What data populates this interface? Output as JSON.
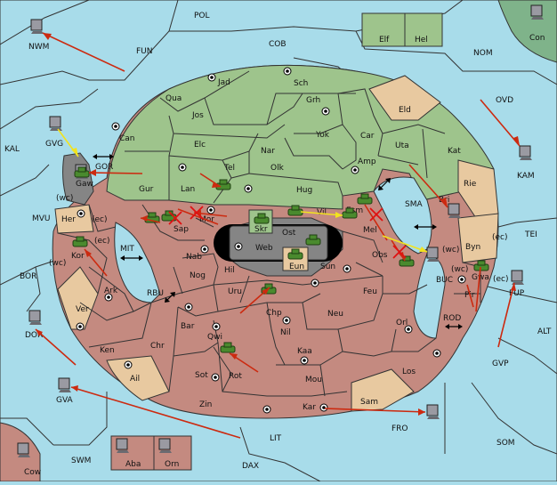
{
  "map": {
    "provinces": {
      "pol": "POL",
      "cob": "COB",
      "fun": "FUN",
      "nwm": "NWM",
      "nom": "NOM",
      "con": "Con",
      "elf": "Elf",
      "hel": "Hel",
      "ovd": "OVD",
      "kal": "KAL",
      "kam": "KAM",
      "tei": "TEI",
      "alt": "ALT",
      "gvp": "GVP",
      "som": "SOM",
      "fro": "FRO",
      "lit": "LIT",
      "dax": "DAX",
      "swm": "SWM",
      "cow": "Cow",
      "aba": "Aba",
      "orn": "Orn",
      "bor": "BOR",
      "dor": "DOR",
      "gva": "GVA",
      "mvu": "MVU",
      "gvg": "GVG",
      "gor": "GOR",
      "mit": "MIT",
      "rbu": "RBU",
      "sma": "SMA",
      "buc": "BUC",
      "rod": "ROD",
      "jad": "Jad",
      "sch": "Sch",
      "qua": "Qua",
      "jos": "Jos",
      "grh": "Grh",
      "can": "Can",
      "elc": "Elc",
      "nar": "Nar",
      "yok": "Yok",
      "car": "Car",
      "eld": "Eld",
      "uta": "Uta",
      "kat": "Kat",
      "tel": "Tel",
      "olk": "Olk",
      "amp": "Amp",
      "gur": "Gur",
      "lan": "Lan",
      "hug": "Hug",
      "rie": "Rie",
      "bri": "Bri",
      "gaw": "Gaw",
      "her": "Her",
      "sap": "Sap",
      "mor": "Mor",
      "skr": "Skr",
      "vil": "Vil",
      "esm": "Esm",
      "ost": "Ost",
      "web": "Web",
      "mel": "Mel",
      "byn": "Byn",
      "kor": "Kor",
      "nab": "Nab",
      "eun": "Eun",
      "sun": "Sun",
      "obs": "Obs",
      "hil": "Hil",
      "nog": "Nog",
      "ark": "Ark",
      "pir": "Pir",
      "gwa": "Gwa",
      "fup": "FUP",
      "uru": "Uru",
      "feu": "Feu",
      "ver": "Ver",
      "chp": "Chp",
      "bar": "Bar",
      "neu": "Neu",
      "orl": "Orl",
      "ken": "Ken",
      "chr": "Chr",
      "qwi": "Qwi",
      "nil": "Nil",
      "kaa": "Kaa",
      "ail": "Ail",
      "sot": "Sot",
      "rot": "Rot",
      "mou": "Mou",
      "los": "Los",
      "zin": "Zin",
      "kar": "Kar",
      "sam": "Sam"
    },
    "coast_labels": {
      "wc1": "(wc)",
      "ec1": "(ec)",
      "ec2": "(ec)",
      "wc2": "(wc)",
      "wc3": "(wc)",
      "ec3": "(ec)",
      "wc4": "(wc)",
      "ec4": "(ec)"
    },
    "colors": {
      "sea": "#a8dcea",
      "powerA": "#9ec48c",
      "powerB": "#c48a80",
      "neutral": "#e8c9a0",
      "impassable": "#858585",
      "move": "#cc2a10",
      "support": "#f2e31e",
      "cut": "#e01010",
      "army": "#4a8a2e"
    },
    "unit_icon": "army-icon",
    "fleet_icon": "fleet-icon"
  }
}
